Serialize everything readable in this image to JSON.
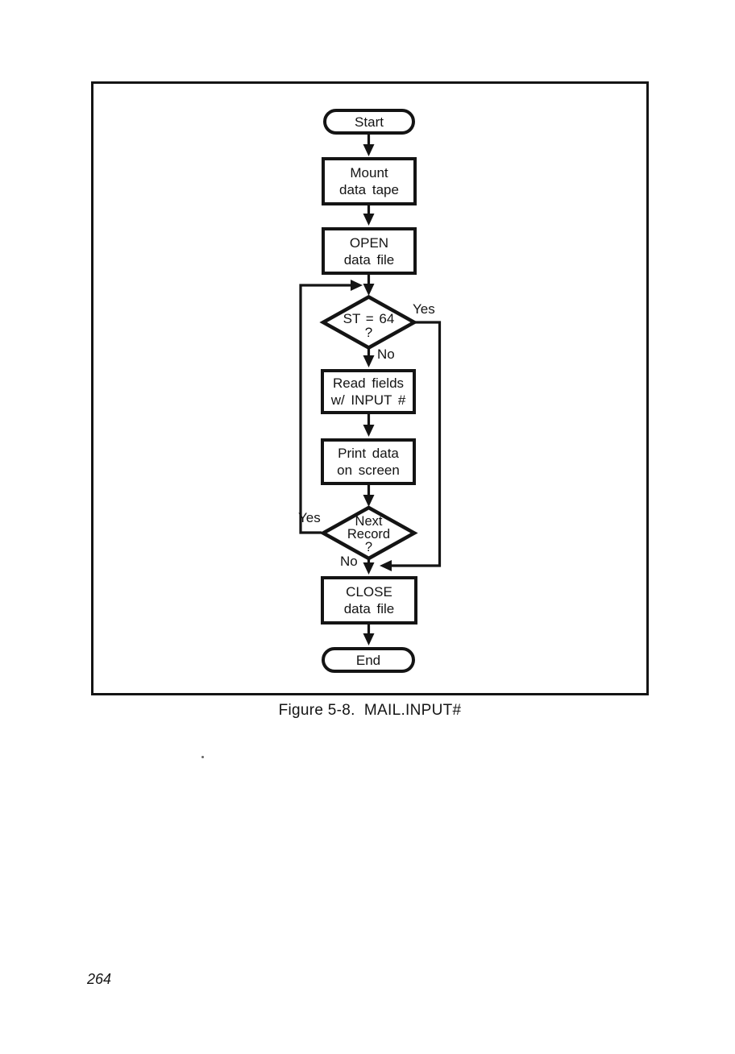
{
  "document": {
    "caption": "Figure 5-8.  MAIL.INPUT#",
    "page_number": "264"
  },
  "flowchart": {
    "start": {
      "label": "Start"
    },
    "mount_tape": {
      "line1": "Mount",
      "line2": "data tape"
    },
    "open_file": {
      "line1": "OPEN",
      "line2": "data file"
    },
    "status_decision": {
      "line1": "ST = 64",
      "line2": "?"
    },
    "read_fields": {
      "line1": "Read fields",
      "line2": "w/ INPUT #"
    },
    "print_data": {
      "line1": "Print data",
      "line2": "on screen"
    },
    "next_record_decision": {
      "line1": "Next",
      "line2": "Record",
      "line3": "?"
    },
    "close_file": {
      "line1": "CLOSE",
      "line2": "data file"
    },
    "end": {
      "label": "End"
    },
    "branch_labels": {
      "st_yes": "Yes",
      "st_no": "No",
      "next_yes": "Yes",
      "next_no": "No"
    }
  },
  "colors": {
    "ink": "#141414",
    "paper": "#ffffff"
  }
}
